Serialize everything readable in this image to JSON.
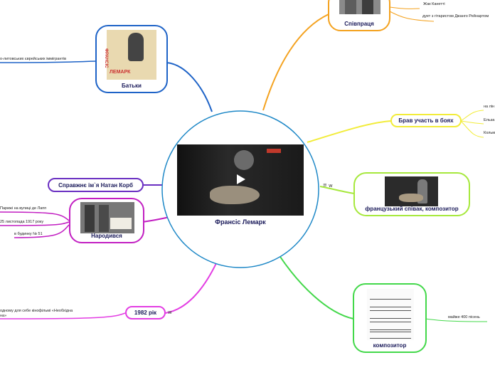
{
  "colors": {
    "center": "#1e88c7",
    "top_left": "#1e63c7",
    "top_right": "#f4a21f",
    "right_upper": "#f2ec3a",
    "right": "#a6e83c",
    "right_lower": "#43d84a",
    "left": "#6a2fc2",
    "left_mid": "#c21fc2",
    "left_lower": "#e33de3"
  },
  "center": {
    "title": "Франсіс Лемарк"
  },
  "nodes": {
    "parents": {
      "label": "Батьки",
      "leaf": "о-литовських єврейських іммігрантів",
      "cover_name": "ЛЕМАРК",
      "cover_vertical": "ФРАНСІС"
    },
    "collab": {
      "label": "Співпраця",
      "leaves": [
        "Жак Канетті",
        "дует з гітаристом Джанго Рейнартом"
      ]
    },
    "battles": {
      "label": "Брав участь в боях",
      "leaves": [
        "на лін",
        "Ельза",
        "Кольм"
      ]
    },
    "singer": {
      "label": "французький співак, композитор"
    },
    "composer": {
      "label": "композитор",
      "leaf": "майже 400 пісень"
    },
    "realname": {
      "label": "Справжнє ім`я Натан Корб"
    },
    "born": {
      "label": "Народився",
      "leaves": [
        "Парижі на вулиці де Лапп",
        "25 листопада 1917 року",
        "в будинку № 51"
      ]
    },
    "y1982": {
      "label": "1982 рік",
      "leaf": "одному для себе кінофільмі «Необхідна\nна»"
    }
  },
  "icons": {
    "singer_note": "≡",
    "singer_link": "w",
    "y1982_link": "w"
  }
}
